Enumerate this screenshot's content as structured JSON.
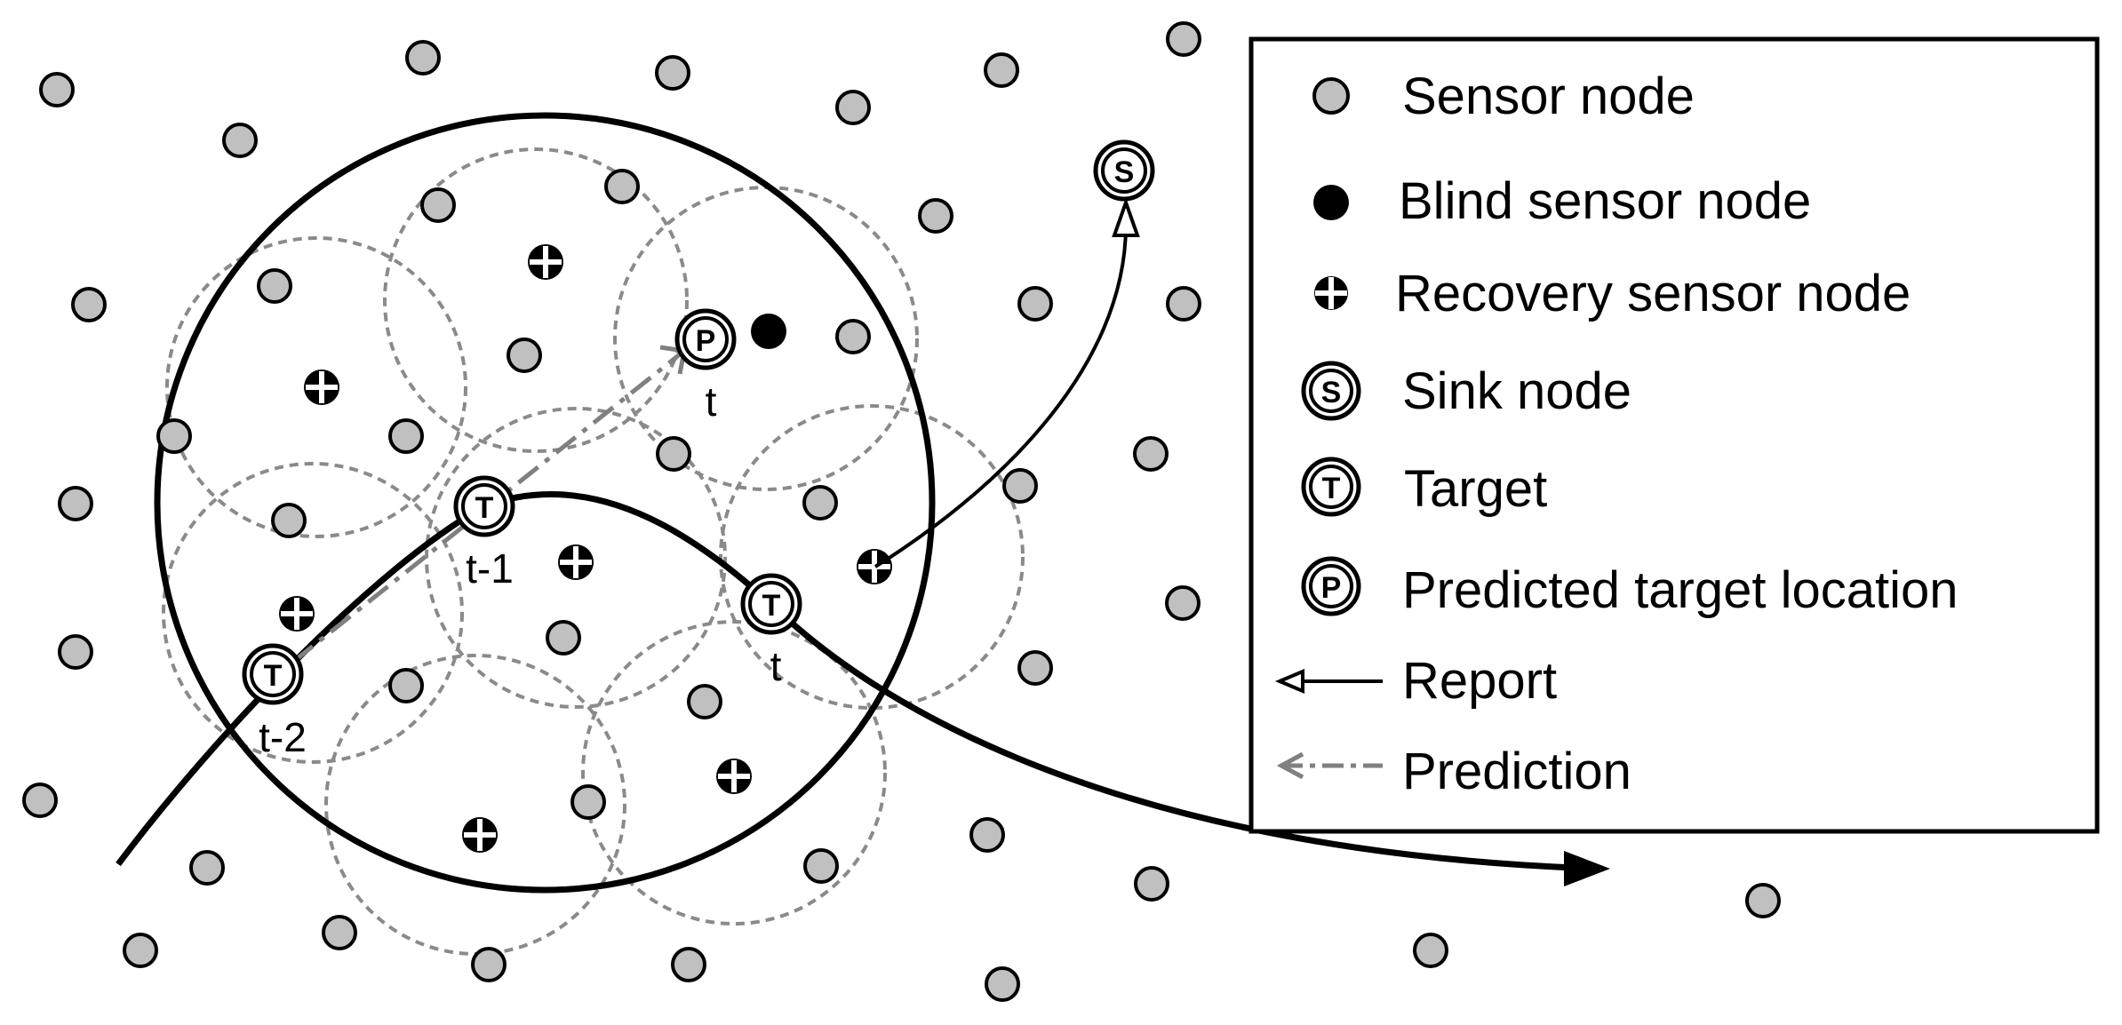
{
  "legend": {
    "items": [
      {
        "kind": "sensor-node",
        "label": "Sensor node"
      },
      {
        "kind": "blind-sensor-node",
        "label": "Blind sensor node"
      },
      {
        "kind": "recovery-sensor-node",
        "label": "Recovery sensor node"
      },
      {
        "kind": "sink-node",
        "label": "Sink node",
        "glyph": "S"
      },
      {
        "kind": "target",
        "label": "Target",
        "glyph": "T"
      },
      {
        "kind": "predicted-target-location",
        "label": "Predicted target location",
        "glyph": "P"
      },
      {
        "kind": "report-arrow",
        "label": "Report"
      },
      {
        "kind": "prediction-arrow",
        "label": "Prediction"
      }
    ]
  },
  "diagram": {
    "sink": {
      "glyph": "S"
    },
    "targets": [
      {
        "glyph": "T",
        "time_label": "t-2"
      },
      {
        "glyph": "T",
        "time_label": "t-1"
      },
      {
        "glyph": "T",
        "time_label": "t"
      }
    ],
    "predicted": {
      "glyph": "P",
      "time_label": "t"
    }
  },
  "colors": {
    "sensor_fill": "#c0c0c0",
    "outline": "#000000",
    "range_circle": "#8a8a8a",
    "prediction_arrow": "#808080",
    "background": "#ffffff"
  }
}
